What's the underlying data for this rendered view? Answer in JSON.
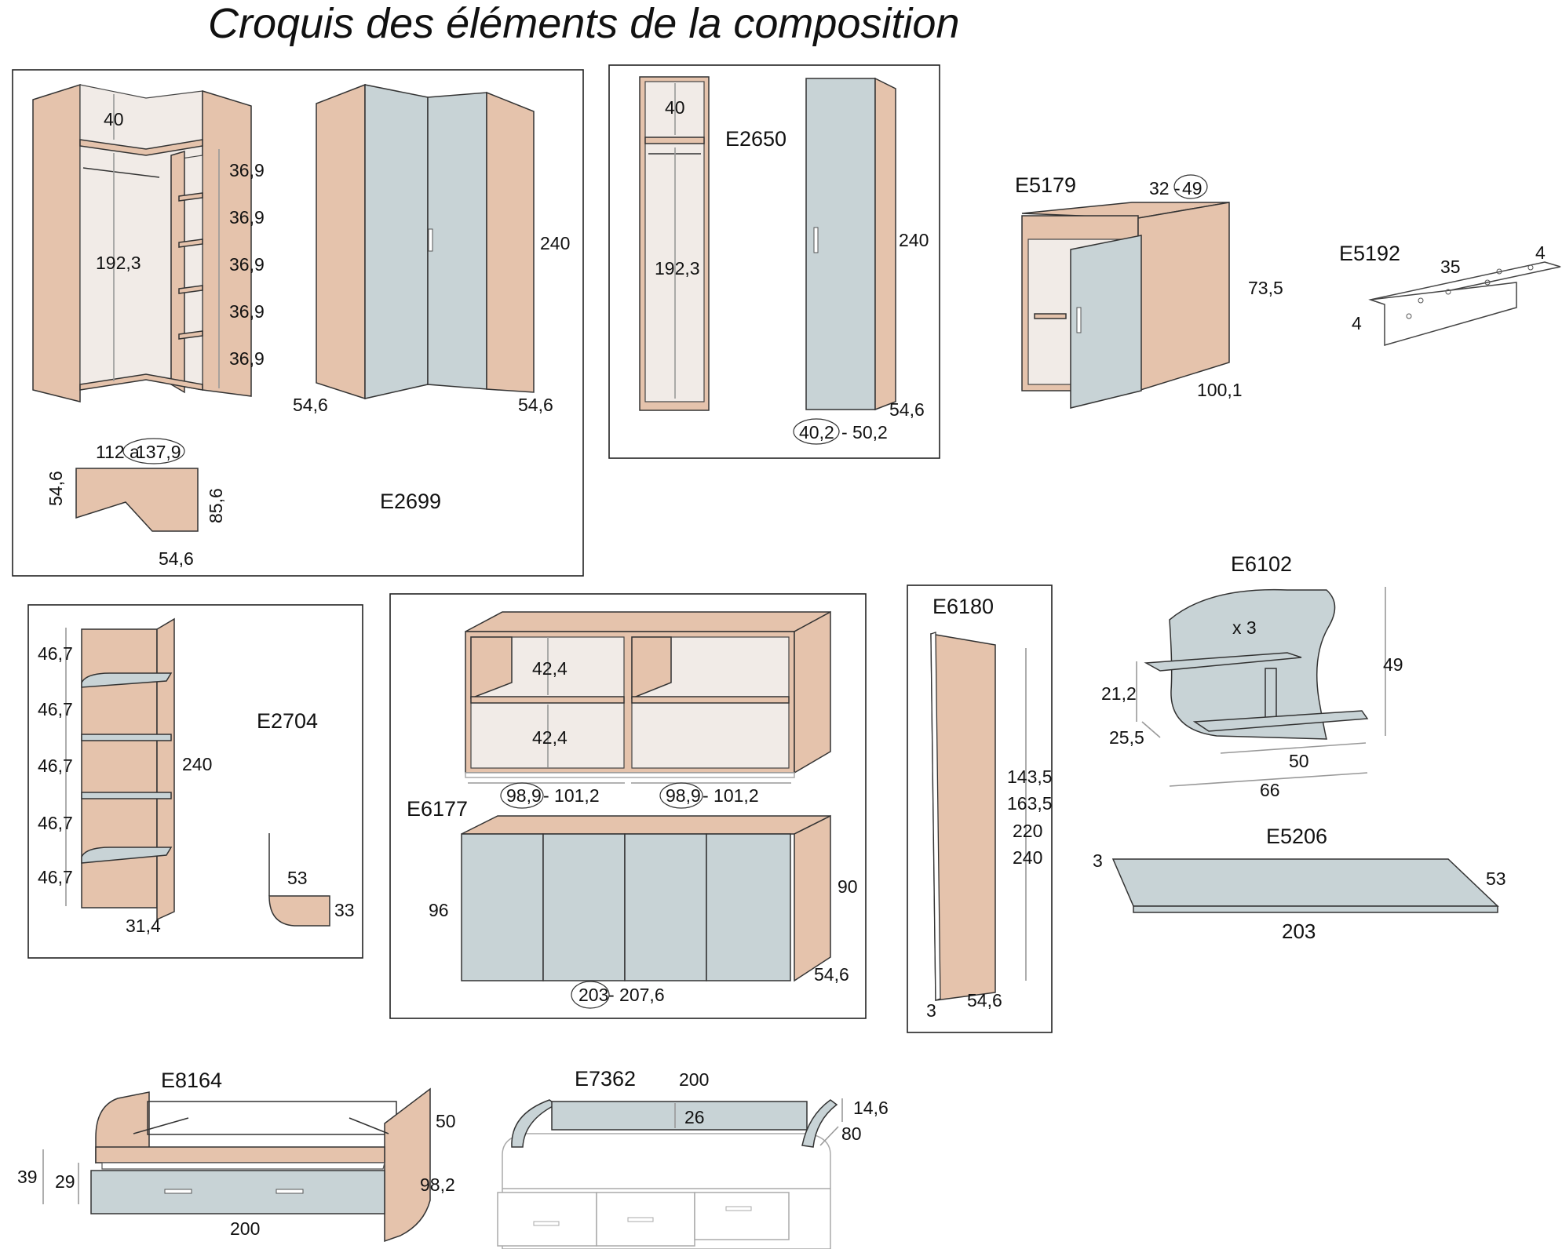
{
  "title": "Croquis des éléments de la composition",
  "elements": {
    "e2699": {
      "code": "E2699",
      "d40": "40",
      "d369": [
        "36,9",
        "36,9",
        "36,9",
        "36,9",
        "36,9"
      ],
      "d1923": "192,3",
      "d240": "240",
      "d546a": "54,6",
      "d546b": "54,6",
      "plan_width": "112 a",
      "plan_width_circ": "137,9",
      "plan_left": "54,6",
      "plan_right": "85,6",
      "plan_bottom": "54,6"
    },
    "e2650": {
      "code": "E2650",
      "d40": "40",
      "d1923": "192,3",
      "d240": "240",
      "d546": "54,6",
      "w_circ": "40,2",
      "w": "- 50,2"
    },
    "e5179": {
      "code": "E5179",
      "top": "32 -",
      "top_circ": "49",
      "h": "73,5",
      "w": "100,1"
    },
    "e5192": {
      "code": "E5192",
      "len": "35",
      "d4a": "4",
      "d4b": "4"
    },
    "e2704": {
      "code": "E2704",
      "shelves": [
        "46,7",
        "46,7",
        "46,7",
        "46,7",
        "46,7"
      ],
      "h": "240",
      "d": "31,4",
      "shelf_w": "53",
      "shelf_d": "33"
    },
    "e6177": {
      "code": "E6177",
      "s1": "42,4",
      "s2": "42,4",
      "w1_circ": "98,9",
      "w1": "- 101,2",
      "w2_circ": "98,9",
      "w2": "- 101,2",
      "h96": "96",
      "h90": "90",
      "d": "54,6",
      "w_circ": "203",
      "w": "- 207,6"
    },
    "e6180": {
      "code": "E6180",
      "heights": [
        "143,5",
        "163,5",
        "220",
        "240"
      ],
      "t": "3",
      "d": "54,6"
    },
    "e6102": {
      "code": "E6102",
      "qty": "x 3",
      "h": "49",
      "a": "21,2",
      "b": "25,5",
      "w50": "50",
      "w66": "66"
    },
    "e5206": {
      "code": "E5206",
      "t": "3",
      "d": "53",
      "w": "203"
    },
    "e8164": {
      "code": "E8164",
      "h50": "50",
      "h39": "39",
      "h29": "29",
      "d": "98,2",
      "w": "200"
    },
    "e7362": {
      "code": "E7362",
      "w": "200",
      "h26": "26",
      "h146": "14,6",
      "d80": "80"
    }
  }
}
